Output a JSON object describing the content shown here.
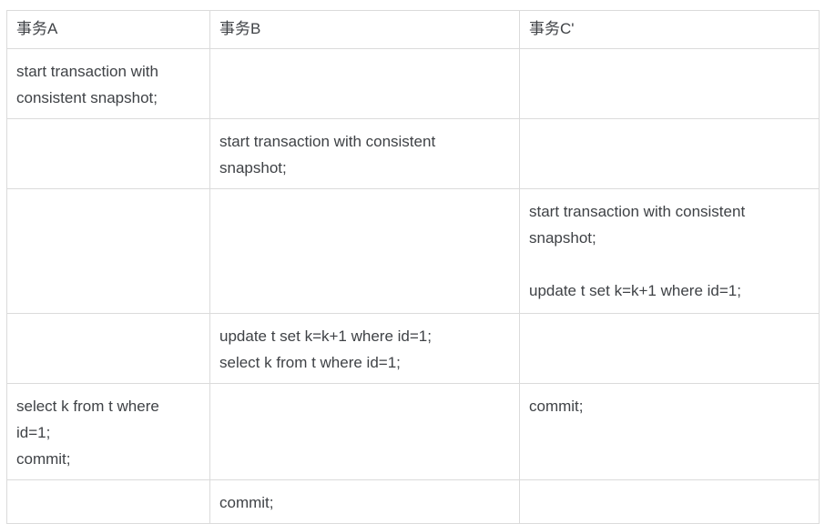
{
  "colors": {
    "background": "#ffffff",
    "border": "#dbdbdb",
    "text": "#3f4246"
  },
  "table": {
    "columns": [
      {
        "label": "事务A"
      },
      {
        "label": "事务B"
      },
      {
        "label": "事务C'"
      }
    ],
    "rows": [
      {
        "cells": [
          "start transaction with\nconsistent snapshot;",
          "",
          ""
        ]
      },
      {
        "cells": [
          "",
          "start transaction with consistent\nsnapshot;",
          ""
        ]
      },
      {
        "cells": [
          "",
          "",
          "start transaction with consistent\nsnapshot;\n\nupdate t set k=k+1 where id=1;"
        ]
      },
      {
        "cells": [
          "",
          "update t set k=k+1 where id=1;\nselect k from t where id=1;",
          ""
        ]
      },
      {
        "cells": [
          "select k from t where\nid=1;\ncommit;",
          "",
          "commit;"
        ]
      },
      {
        "cells": [
          "",
          "commit;",
          ""
        ]
      }
    ]
  },
  "chart_data": {
    "type": "table",
    "title": "",
    "columns": [
      "事务A",
      "事务B",
      "事务C'"
    ],
    "rows": [
      [
        "start transaction with consistent snapshot;",
        "",
        ""
      ],
      [
        "",
        "start transaction with consistent snapshot;",
        ""
      ],
      [
        "",
        "",
        "start transaction with consistent snapshot; update t set k=k+1 where id=1;"
      ],
      [
        "",
        "update t set k=k+1 where id=1; select k from t where id=1;",
        ""
      ],
      [
        "select k from t where id=1; commit;",
        "",
        "commit;"
      ],
      [
        "",
        "commit;",
        ""
      ]
    ]
  }
}
